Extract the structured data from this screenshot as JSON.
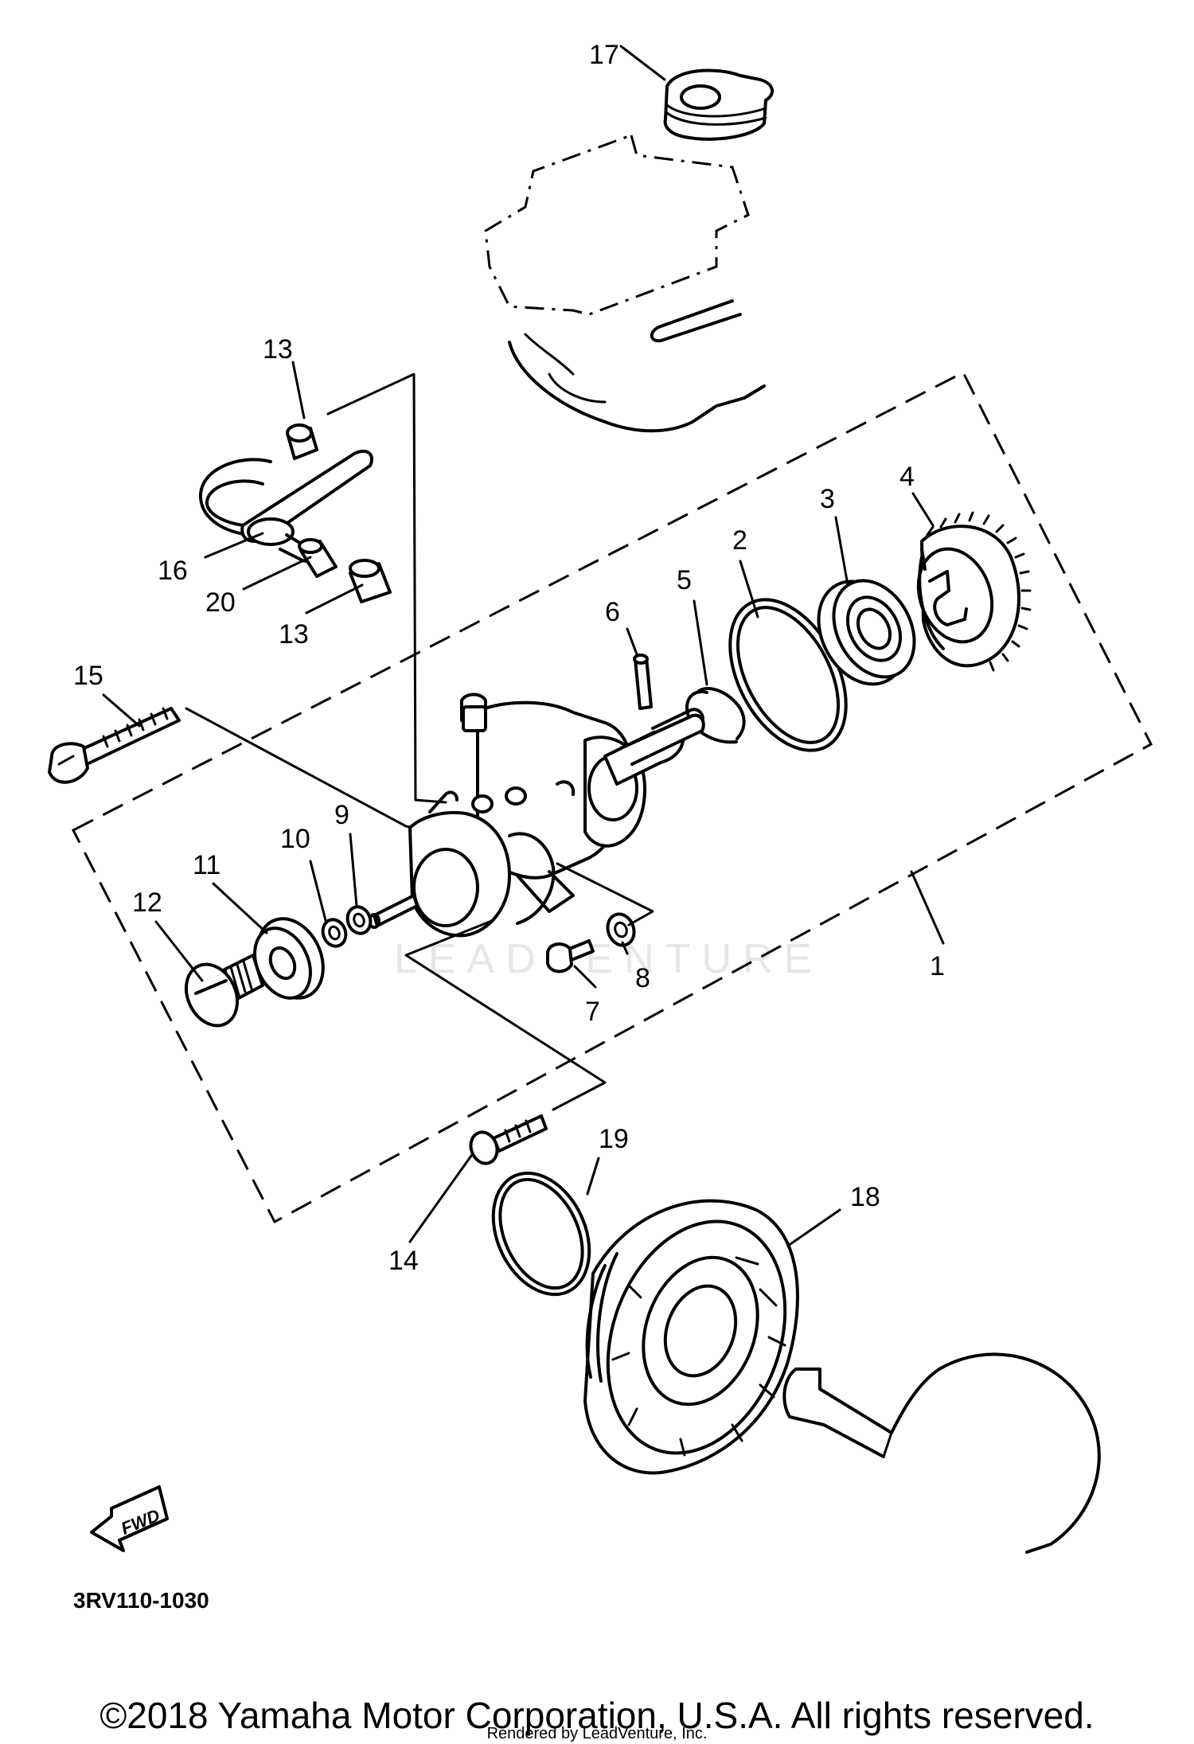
{
  "diagram": {
    "callouts": {
      "c1": "1",
      "c2": "2",
      "c3": "3",
      "c4": "4",
      "c5": "5",
      "c6": "6",
      "c7": "7",
      "c8": "8",
      "c9": "9",
      "c10": "10",
      "c11": "11",
      "c12": "12",
      "c13a": "13",
      "c13b": "13",
      "c14": "14",
      "c15": "15",
      "c16": "16",
      "c17": "17",
      "c18": "18",
      "c19": "19",
      "c20": "20"
    },
    "fwd_label": "FWD",
    "diagram_code": "3RV110-1030",
    "watermark": "LEADVENTURE"
  },
  "footer": {
    "copyright": "©2018 Yamaha Motor Corporation, U.S.A. All rights reserved.",
    "rendered_by": "Rendered by LeadVenture, Inc."
  }
}
